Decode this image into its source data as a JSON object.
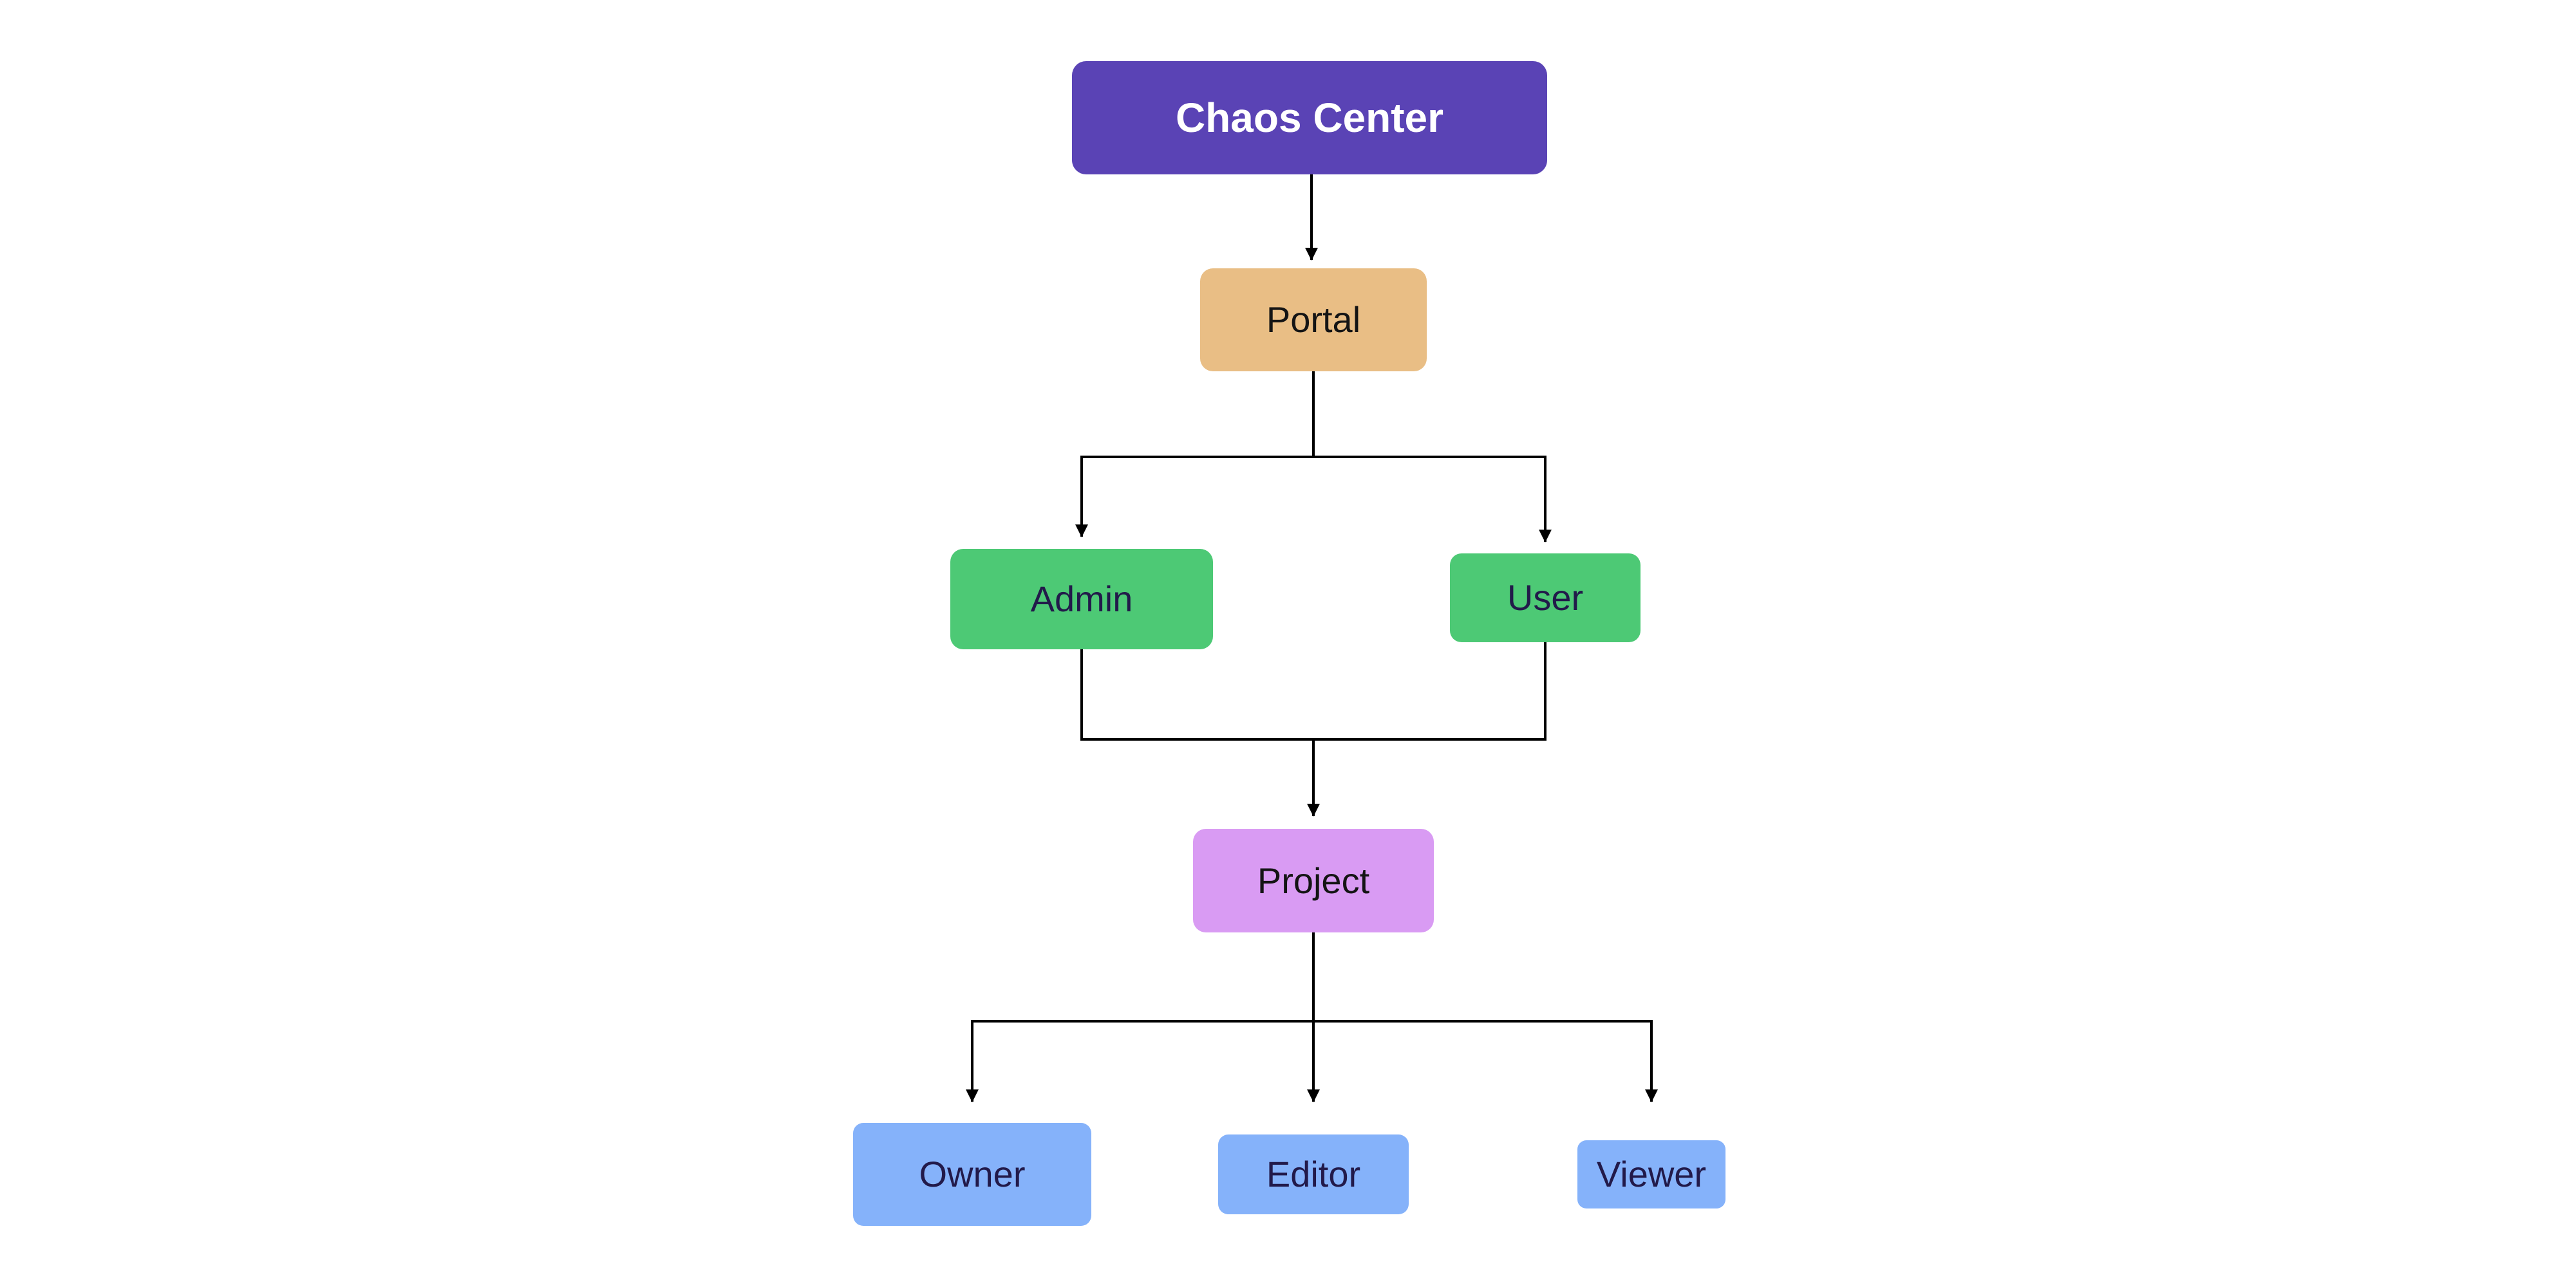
{
  "canvas": {
    "background": "#ffffff",
    "line_color": "#000000"
  },
  "nodes": {
    "chaos_center": {
      "label": "Chaos Center",
      "fill": "#5a43b5",
      "text_color": "#ffffff"
    },
    "portal": {
      "label": "Portal",
      "fill": "#e9be85",
      "text_color": "#141414"
    },
    "admin": {
      "label": "Admin",
      "fill": "#4dc975",
      "text_color": "#221a4a"
    },
    "user": {
      "label": "User",
      "fill": "#4dc975",
      "text_color": "#221a4a"
    },
    "project": {
      "label": "Project",
      "fill": "#d99bf3",
      "text_color": "#141414"
    },
    "owner": {
      "label": "Owner",
      "fill": "#85b2fa",
      "text_color": "#221a4a"
    },
    "editor": {
      "label": "Editor",
      "fill": "#85b2fa",
      "text_color": "#221a4a"
    },
    "viewer": {
      "label": "Viewer",
      "fill": "#85b2fa",
      "text_color": "#221a4a"
    }
  },
  "edges": [
    {
      "from": "Chaos Center",
      "to": "Portal"
    },
    {
      "from": "Portal",
      "to": "Admin"
    },
    {
      "from": "Portal",
      "to": "User"
    },
    {
      "from": "Admin",
      "to": "Project"
    },
    {
      "from": "User",
      "to": "Project"
    },
    {
      "from": "Project",
      "to": "Owner"
    },
    {
      "from": "Project",
      "to": "Editor"
    },
    {
      "from": "Project",
      "to": "Viewer"
    }
  ]
}
